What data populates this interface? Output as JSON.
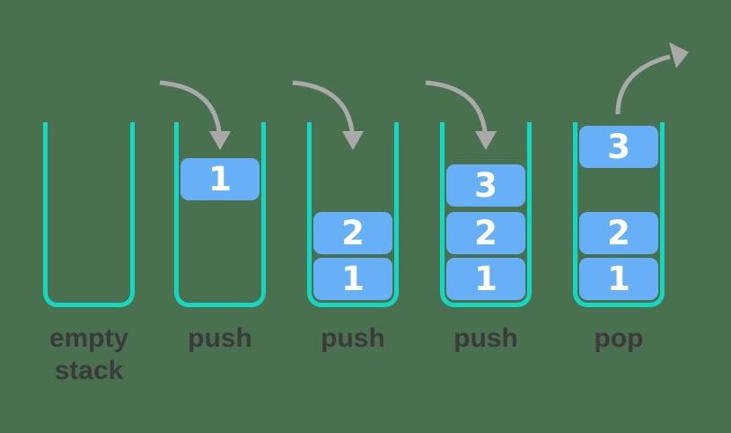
{
  "colors": {
    "background": "#49714F",
    "container_stroke": "#15D6C0",
    "box_fill": "#67B0F7",
    "box_text": "#FFFFFF",
    "arrow": "#A9A9A9",
    "label_text": "#3B3B3B"
  },
  "stacks": [
    {
      "label": "empty stack",
      "boxes": []
    },
    {
      "label": "push",
      "boxes": [
        {
          "value": "1"
        }
      ]
    },
    {
      "label": "push",
      "boxes": [
        {
          "value": "2"
        },
        {
          "value": "1"
        }
      ]
    },
    {
      "label": "push",
      "boxes": [
        {
          "value": "3"
        },
        {
          "value": "2"
        },
        {
          "value": "1"
        }
      ]
    },
    {
      "label": "pop",
      "boxes": [
        {
          "value": "3"
        },
        {
          "value": "2"
        },
        {
          "value": "1"
        }
      ]
    }
  ],
  "arrows": [
    {
      "type": "push",
      "shape": "curved-arrow-down"
    },
    {
      "type": "push",
      "shape": "curved-arrow-down"
    },
    {
      "type": "push",
      "shape": "curved-arrow-down"
    },
    {
      "type": "pop",
      "shape": "curved-arrow-up"
    }
  ]
}
